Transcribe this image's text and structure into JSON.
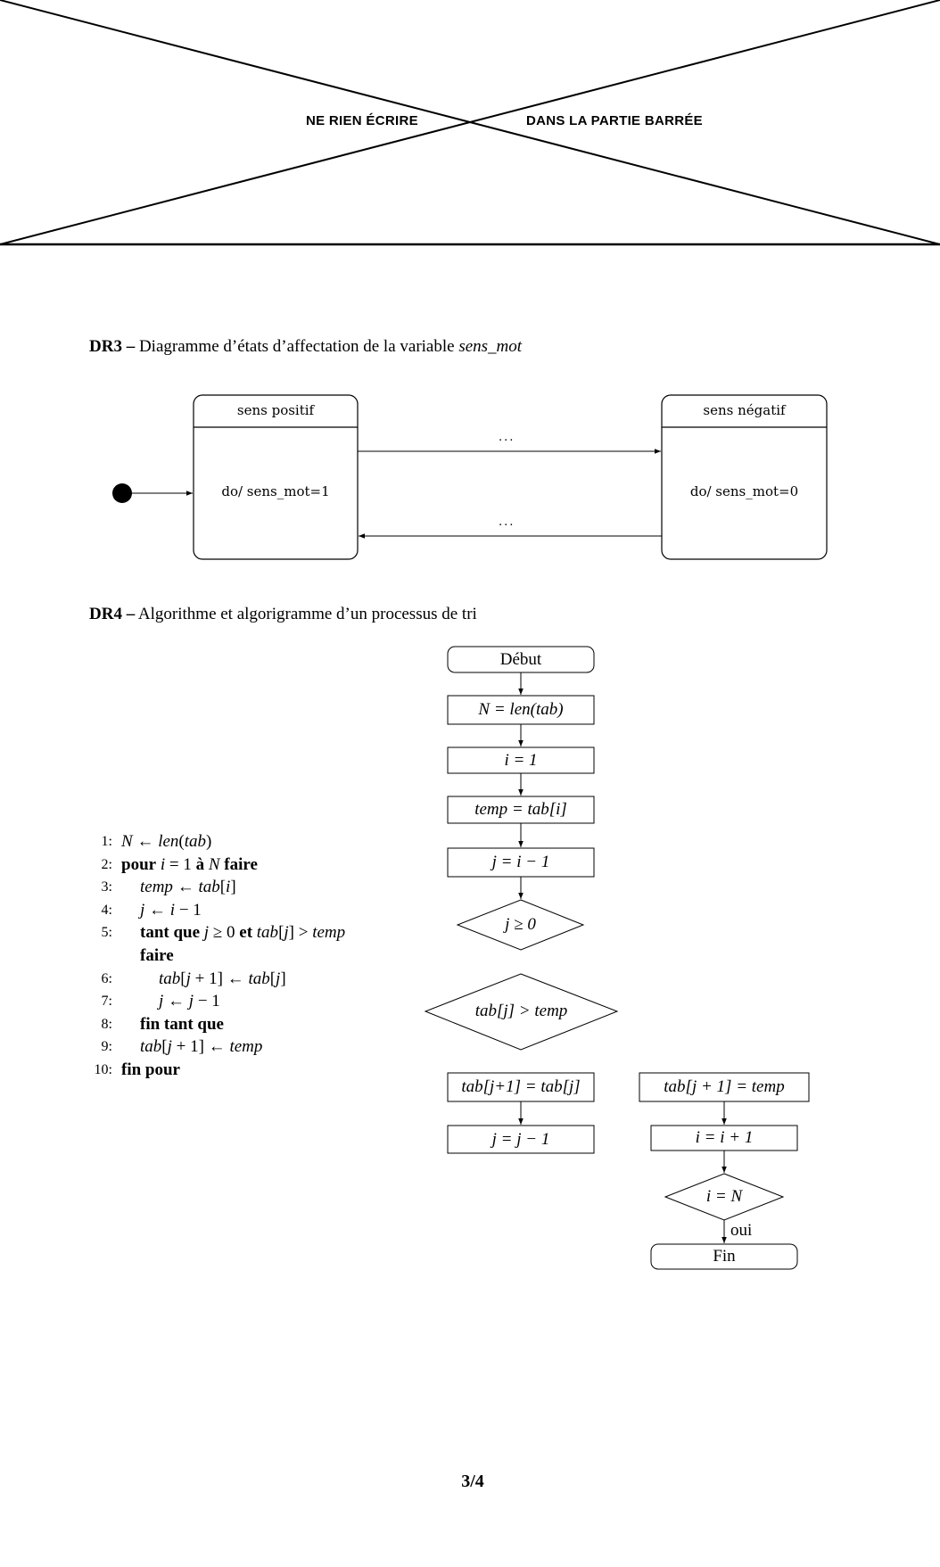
{
  "banner": {
    "left_text": "NE RIEN ÉCRIRE",
    "right_text": "DANS LA PARTIE BARRÉE"
  },
  "dr3": {
    "label": "DR3 –",
    "title": "Diagramme d’états d’affectation de la variable",
    "title_var": "sens_mot",
    "states": [
      {
        "name": "sens positif",
        "action": "do/ sens_mot=1"
      },
      {
        "name": "sens négatif",
        "action": "do/ sens_mot=0"
      }
    ],
    "transitions": [
      {
        "from": "sens positif",
        "to": "sens négatif",
        "label": "..."
      },
      {
        "from": "sens négatif",
        "to": "sens positif",
        "label": "..."
      }
    ]
  },
  "dr4": {
    "label": "DR4 –",
    "title": "Algorithme et algorigramme d’un processus de tri",
    "algorithm": [
      {
        "num": "1:",
        "html": "<i>N</i> ← <i>len</i>(<i>tab</i>)",
        "indent": 0
      },
      {
        "num": "2:",
        "html": "<b>pour</b> <i>i</i> = 1 <b>à</b> <i>N</i> <b>faire</b>",
        "indent": 0
      },
      {
        "num": "3:",
        "html": "<i>temp</i> ← <i>tab</i>[<i>i</i>]",
        "indent": 1
      },
      {
        "num": "4:",
        "html": "<i>j</i> ← <i>i</i> − 1",
        "indent": 1
      },
      {
        "num": "5:",
        "html": "<b>tant que</b> <i>j</i> ≥ 0 <b>et</b> <i>tab</i>[<i>j</i>] &gt; <i>temp</i>",
        "indent": 1
      },
      {
        "num": "",
        "html": "<b>faire</b>",
        "indent": 1
      },
      {
        "num": "6:",
        "html": "<i>tab</i>[<i>j</i> + 1] ← <i>tab</i>[<i>j</i>]",
        "indent": 2
      },
      {
        "num": "7:",
        "html": "<i>j</i> ← <i>j</i> − 1",
        "indent": 2
      },
      {
        "num": "8:",
        "html": "<b>fin tant que</b>",
        "indent": 1
      },
      {
        "num": "9:",
        "html": "<i>tab</i>[<i>j</i> + 1] ← <i>temp</i>",
        "indent": 1
      },
      {
        "num": "10:",
        "html": "<b>fin pour</b>",
        "indent": 0
      }
    ],
    "flowchart": {
      "start": "Début",
      "n_assign": "N = len(tab)",
      "i_init": "i = 1",
      "temp_assign": "temp = tab[i]",
      "j_init": "j = i − 1",
      "cond_j": "j ≥ 0",
      "cond_tab": "tab[j] > temp",
      "shift": "tab[j+1] = tab[j]",
      "j_dec": "j = j − 1",
      "insert": "tab[j + 1] = temp",
      "i_inc": "i = i + 1",
      "cond_end": "i = N",
      "yes_label": "oui",
      "end": "Fin"
    }
  },
  "footer": {
    "page": "3/4"
  }
}
